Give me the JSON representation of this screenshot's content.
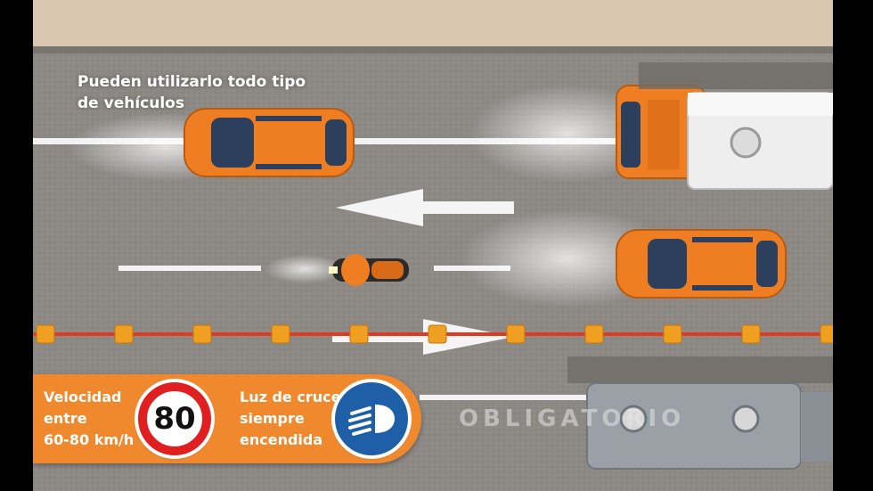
{
  "caption": "Pueden utilizarlo todo tipo\nde vehículos",
  "speed_panel": {
    "label": "Velocidad\nentre\n60-80 km/h",
    "limit": "80"
  },
  "light_panel": {
    "label": "Luz de cruce\nsiempre\nencendida",
    "icon": "low-beam-headlight-icon"
  },
  "road_marking_text": "OBLIGATORIO",
  "colors": {
    "asphalt": "#8d8a86",
    "car_orange": "#ef7e22",
    "panel_orange": "#f0892e",
    "sign_red": "#e02020",
    "sign_blue": "#1f5fa8",
    "divider_red": "#e03a22"
  }
}
